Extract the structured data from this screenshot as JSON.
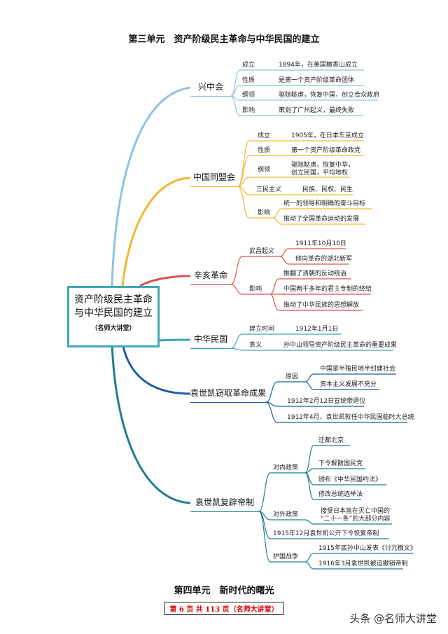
{
  "header": {
    "title": "第三单元　资产阶级民主革命与中华民国的建立"
  },
  "central": {
    "line1": "资产阶级民主革命",
    "line2": "与中华民国的建立",
    "sub": "（名师大讲堂）"
  },
  "xingzhonghui": {
    "name": "兴中会",
    "founded_label": "成立",
    "founded": "1894年，在美国檀香山成立",
    "nature_label": "性质",
    "nature": "是第一个资产阶级革命团体",
    "program_label": "纲领",
    "program": "驱除鞑虏，恢复中国，创立合众政府",
    "impact_label": "影响",
    "impact": "策划了广州起义，最终失败"
  },
  "tongmenghui": {
    "name": "中国同盟会",
    "founded_label": "成立",
    "founded": "1905年，在日本东京成立",
    "nature_label": "性质",
    "nature": "第一个资产阶级革命政党",
    "program_label": "纲领",
    "program_1": "驱除鞑虏，恢复中华，",
    "program_2": "创立民国，平均地权",
    "sanmin_label": "三民主义",
    "sanmin": "民族、民权、民生",
    "impact_label": "影响",
    "impact_1": "统一的领导和明确的奋斗目标",
    "impact_2": "推动了全国革命运动的发展"
  },
  "xinhai": {
    "name": "辛亥革命",
    "wuchang_label": "武昌起义",
    "wuchang_1": "1911年10月10日",
    "wuchang_2": "倾向革命的湖北新军",
    "impact_label": "影响",
    "impact_1": "推翻了清朝的反动统治",
    "impact_2": "中国两千多年的君主专制的终结",
    "impact_3": "推动了中华民族的思想解放"
  },
  "minguo": {
    "name": "中华民国",
    "time_label": "建立时间",
    "time": "1912年1月1日",
    "meaning_label": "意义",
    "meaning": "孙中山领导资产阶级民主革命的重要成果"
  },
  "yuan_steal": {
    "name": "袁世凯窃取革命成果",
    "reason_label": "原因",
    "reason_1": "中国是半殖民地半封建社会",
    "reason_2": "资本主义发展不充分",
    "event_1": "1912年2月12日宣统帝退位",
    "event_2": "1912年4月，袁世凯就任中华民国临时大总统"
  },
  "yuan_restore": {
    "name": "袁世凯复辟帝制",
    "domestic_label": "对内政策",
    "domestic_1": "迁都北京",
    "domestic_2": "下令解散国民党",
    "domestic_3": "颁布《中华民国约法》",
    "domestic_4": "修改总统选举法",
    "foreign_label": "对外政策",
    "foreign_1": "接受日本旨在灭亡中国的",
    "foreign_2": "“二十一条”的大部分内容",
    "restore": "1915年12月袁世凯公开下令恢复帝制",
    "war_label": "护国战争",
    "war_1": "1915年底孙中山发表《讨元檄文》",
    "war_2": "1916年3月袁世凯被迫撤销帝制"
  },
  "footer": {
    "next_unit": "第四单元　新时代的曙光",
    "page": "第 6 页 共 113 页（名师大讲堂）",
    "watermark": "头条 @名师大讲堂"
  },
  "colors": {
    "branch1": "#8ec3e6",
    "branch2": "#f3b733",
    "branch3": "#d9534f",
    "branch4": "#3ea3b8",
    "branch5": "#1c5ea0",
    "branch6": "#1d7f8e",
    "central_border": "#41a6b9"
  }
}
